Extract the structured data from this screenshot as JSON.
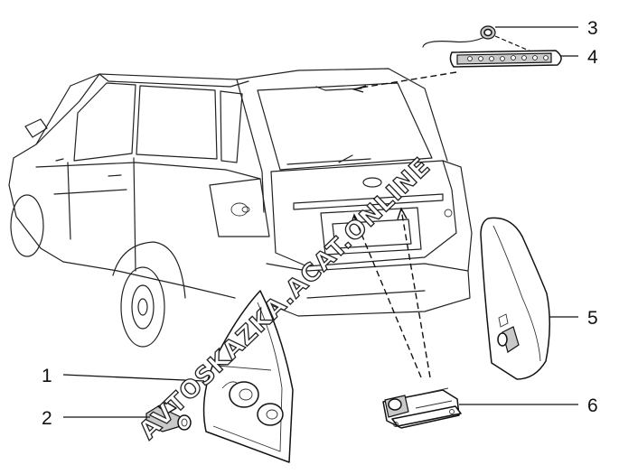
{
  "diagram": {
    "callouts": [
      {
        "id": "callout-1",
        "label": "1"
      },
      {
        "id": "callout-2",
        "label": "2"
      },
      {
        "id": "callout-3",
        "label": "3"
      },
      {
        "id": "callout-4",
        "label": "4"
      },
      {
        "id": "callout-5",
        "label": "5"
      },
      {
        "id": "callout-6",
        "label": "6"
      }
    ]
  },
  "watermark": "AVTOSKAZKA.ACAT.ONLINE",
  "colors": {
    "line": "#111111",
    "shade": "#c9c9c9",
    "background": "#ffffff"
  }
}
